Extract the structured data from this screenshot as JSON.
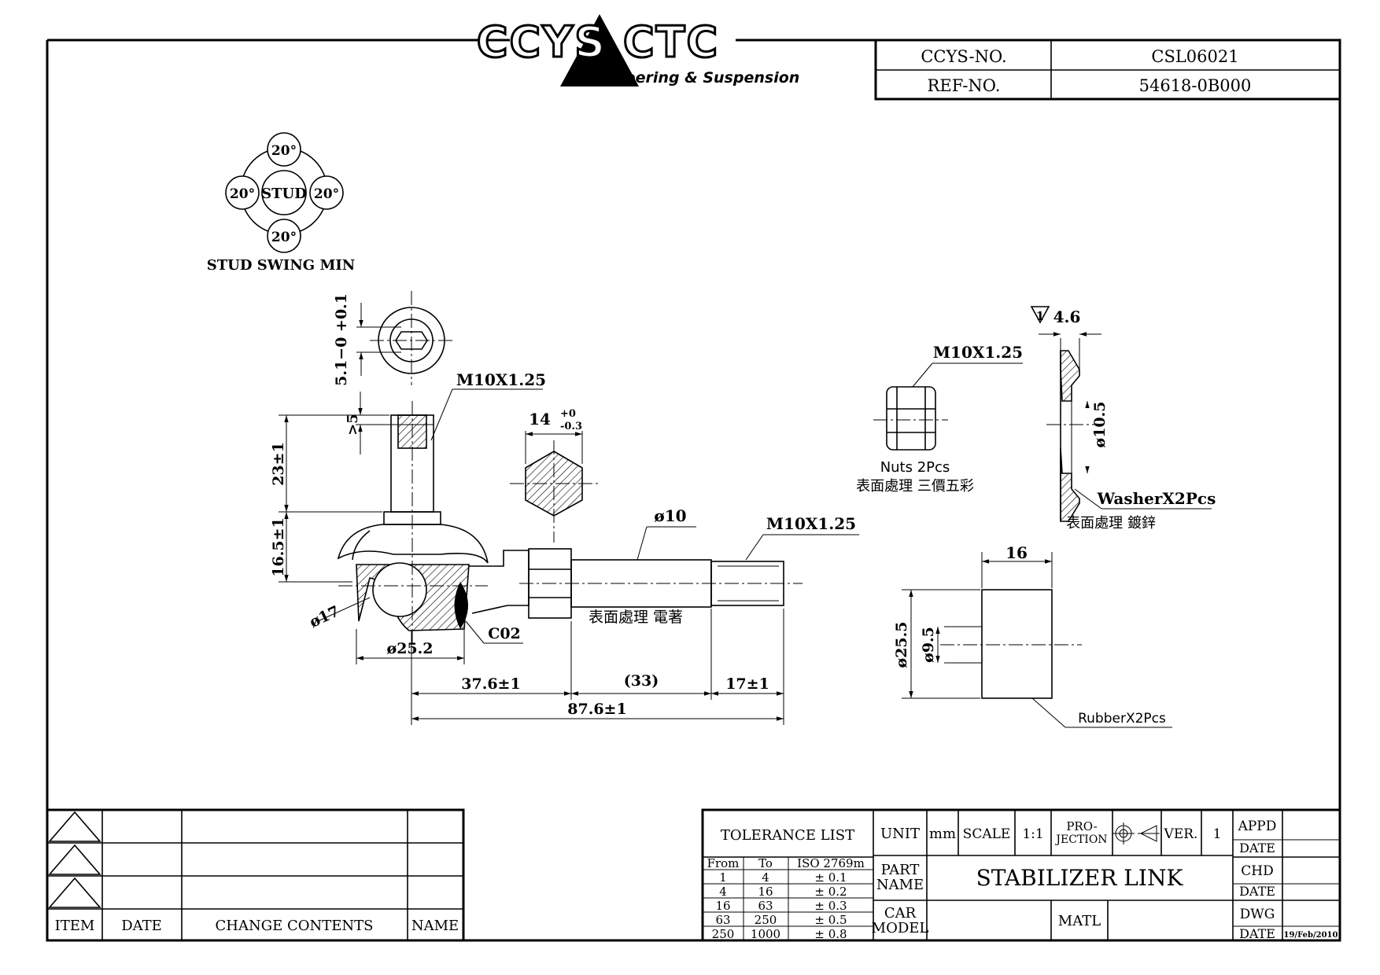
{
  "logo": {
    "brand": "CCYS CTC",
    "tagline": "Steering & Suspension"
  },
  "title_block_top": {
    "ccys_no_label": "CCYS-NO.",
    "ccys_no_value": "CSL06021",
    "ref_no_label": "REF-NO.",
    "ref_no_value": "54618-0B000"
  },
  "stud_swing": {
    "center_label": "STUD",
    "angles": [
      "20°",
      "20°",
      "20°",
      "20°"
    ],
    "caption": "STUD SWING MIN"
  },
  "dimensions": {
    "hex_socket": "5.1−0 +0.1",
    "thread_top": "M10X1.25",
    "thread_depth": ">5",
    "stud_height": "23±1",
    "ball_height": "16.5±1",
    "ball_dia": "ø17",
    "housing_dia": "ø25.2",
    "chamfer": "C02",
    "hex_flat": "14",
    "hex_flat_tol_upper": "+0",
    "hex_flat_tol_lower": "-0.3",
    "shaft_dia": "ø10",
    "thread_end": "M10X1.25",
    "surface_treatment": "表面處理 電著",
    "len_a": "37.6±1",
    "len_b": "(33)",
    "len_c": "17±1",
    "len_total": "87.6±1"
  },
  "nut": {
    "thread": "M10X1.25",
    "caption": "Nuts 2Pcs",
    "surface": "表面處理 三價五彩"
  },
  "washer": {
    "revision_mark": "1",
    "thickness": "4.6",
    "inner_dia": "ø10.5",
    "caption": "WasherX2Pcs",
    "surface": "表面處理 鍍鋅"
  },
  "rubber": {
    "width": "16",
    "outer_dia": "ø25.5",
    "inner_dia": "ø9.5",
    "caption": "RubberX2Pcs"
  },
  "revision_table": {
    "headers": [
      "ITEM",
      "DATE",
      "CHANGE CONTENTS",
      "NAME"
    ]
  },
  "tolerance": {
    "title": "TOLERANCE LIST",
    "headers": [
      "From",
      "To",
      "ISO 2769m"
    ],
    "rows": [
      [
        "1",
        "4",
        "± 0.1"
      ],
      [
        "4",
        "16",
        "± 0.2"
      ],
      [
        "16",
        "63",
        "± 0.3"
      ],
      [
        "63",
        "250",
        "± 0.5"
      ],
      [
        "250",
        "1000",
        "± 0.8"
      ]
    ]
  },
  "title_block": {
    "unit_label": "UNIT",
    "unit_value": "mm",
    "scale_label": "SCALE",
    "scale_value": "1:1",
    "projection_label_1": "PRO-",
    "projection_label_2": "JECTION",
    "ver_label": "VER.",
    "ver_value": "1",
    "part_name_label_1": "PART",
    "part_name_label_2": "NAME",
    "part_name_value": "STABILIZER LINK",
    "car_model_label_1": "CAR",
    "car_model_label_2": "MODEL",
    "matl_label": "MATL",
    "appd_label": "APPD",
    "chd_label": "CHD",
    "dwg_label": "DWG",
    "date_label": "DATE",
    "dwg_date": "19/Feb/2010"
  }
}
